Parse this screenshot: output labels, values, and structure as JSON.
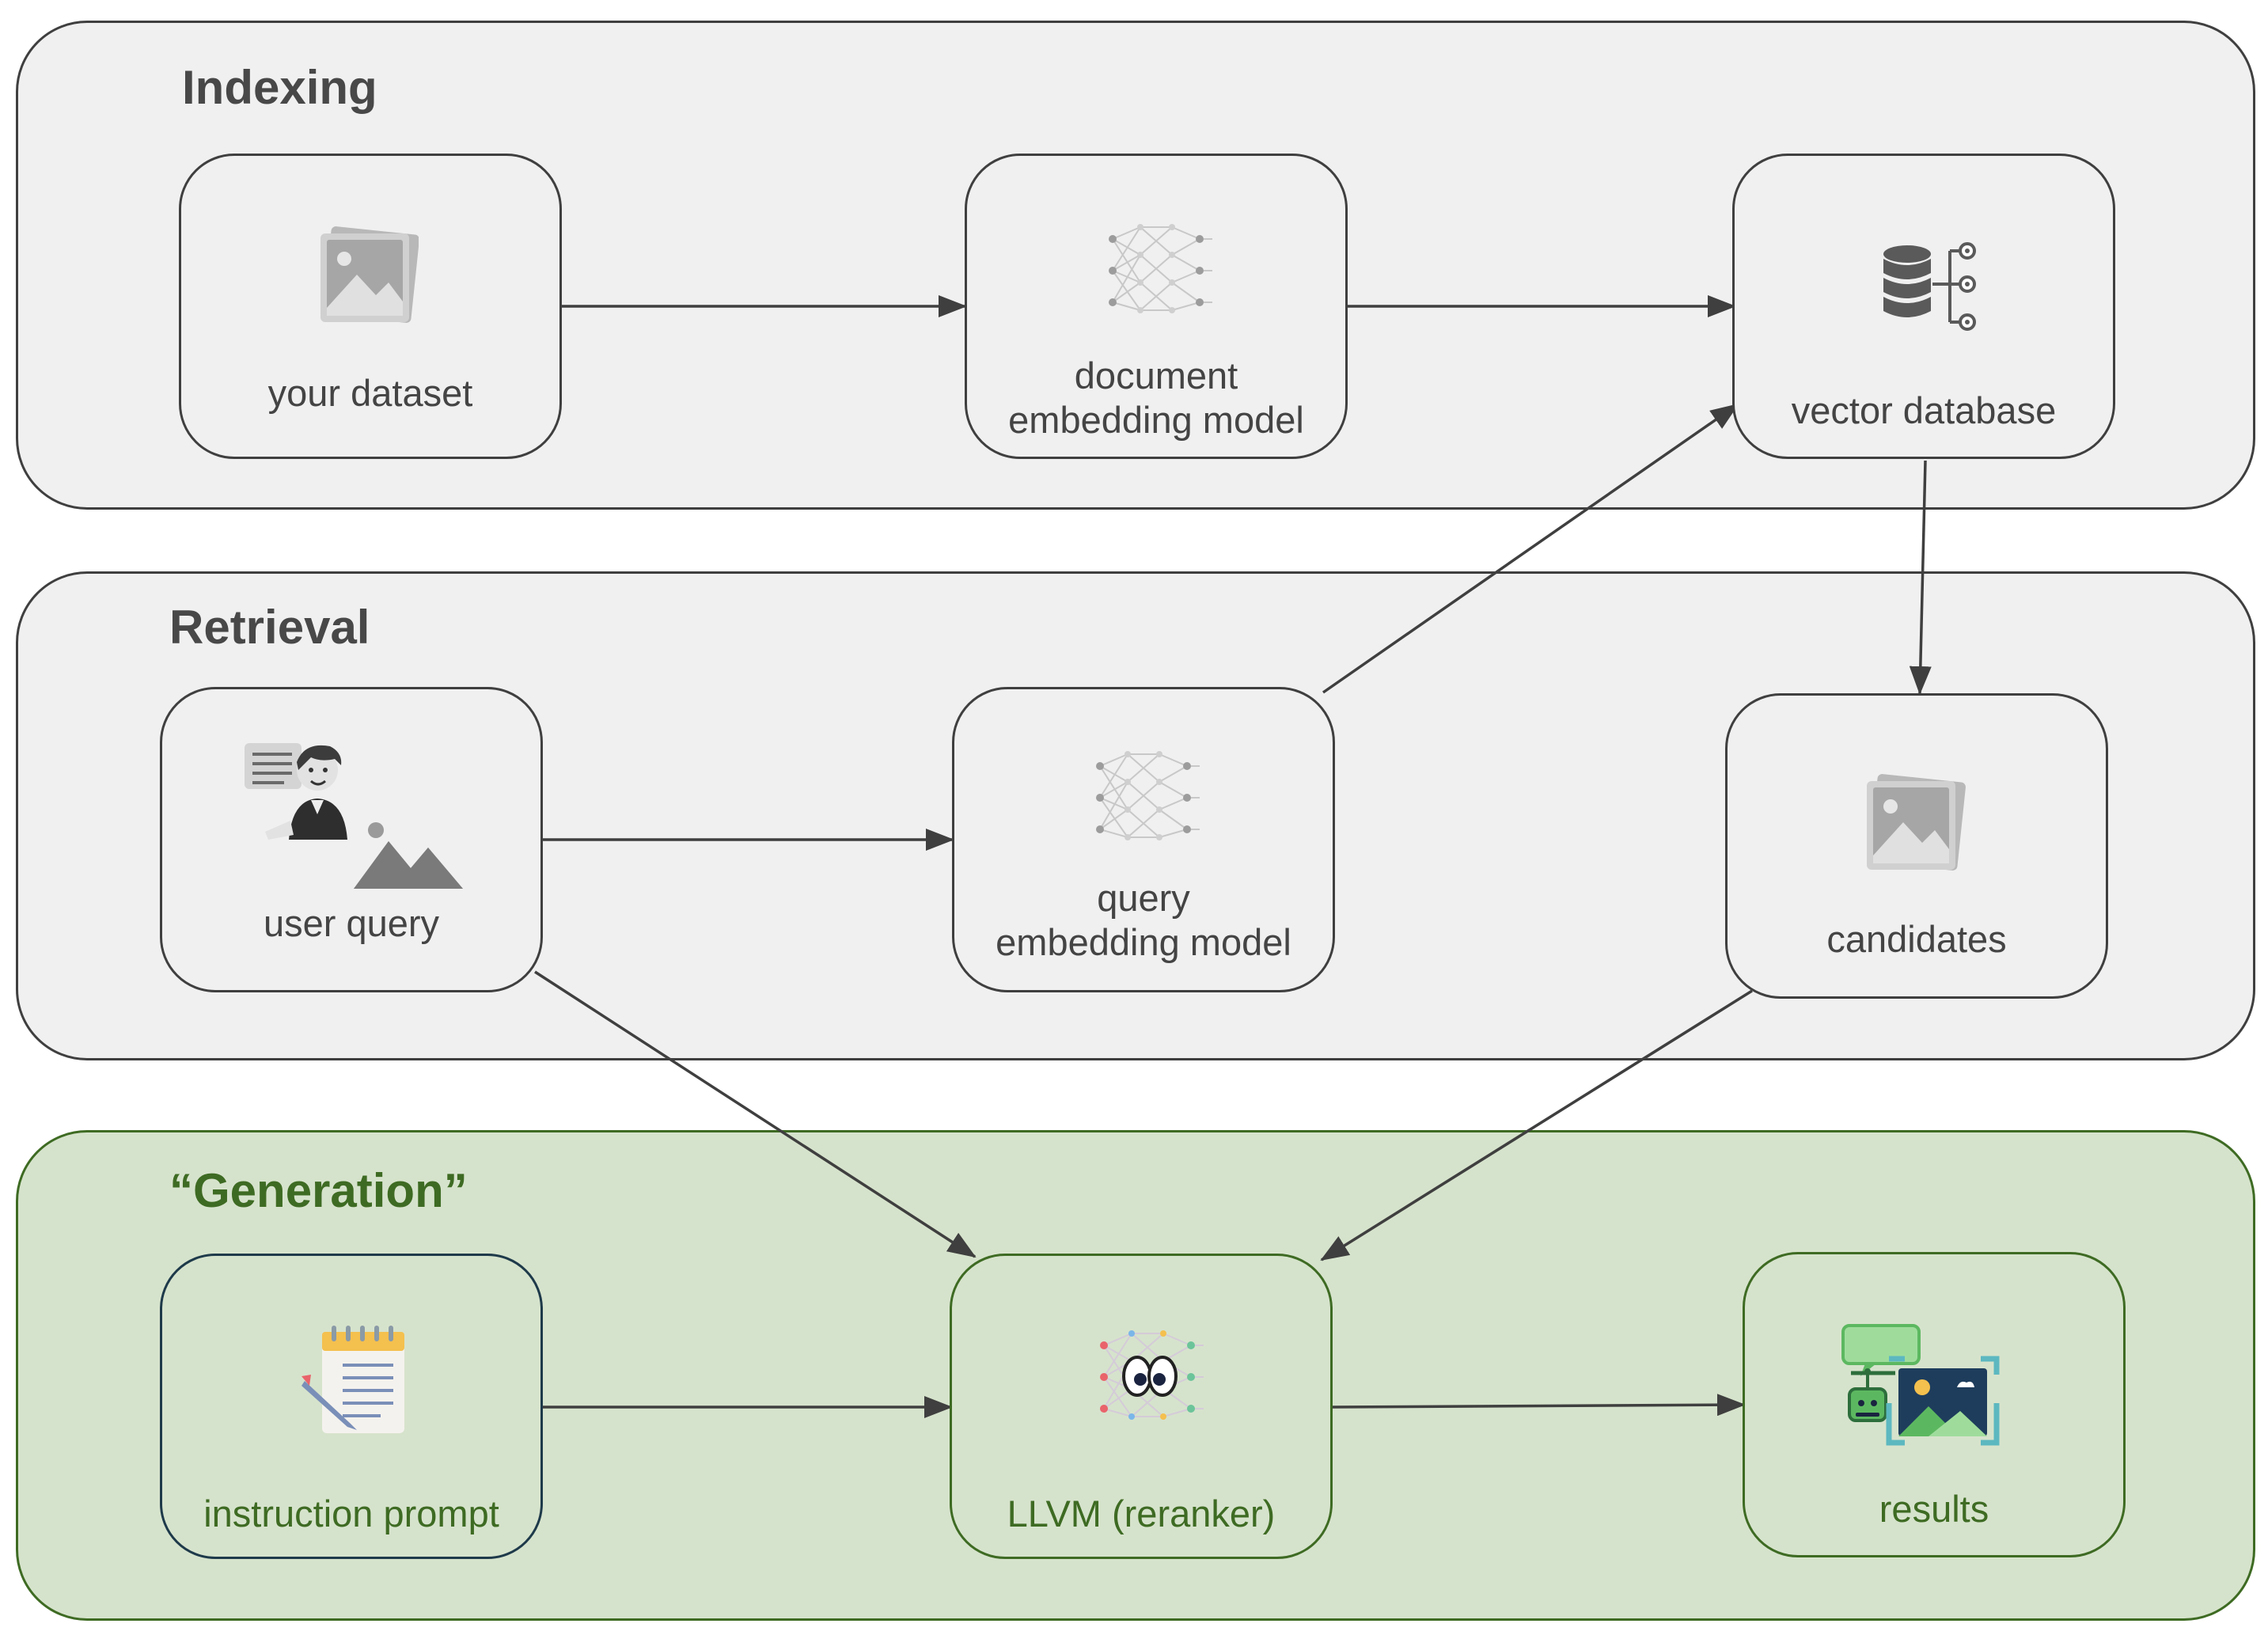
{
  "sections": {
    "indexing": {
      "title": "Indexing"
    },
    "retrieval": {
      "title": "Retrieval"
    },
    "generation": {
      "title": "“Generation”"
    }
  },
  "nodes": {
    "your_dataset": {
      "label": "your dataset",
      "icon": "image-stack-icon"
    },
    "document_embedding_model": {
      "line1": "document",
      "line2": "embedding model",
      "icon": "neural-network-icon"
    },
    "vector_database": {
      "label": "vector database",
      "icon": "database-icon"
    },
    "user_query": {
      "label": "user query",
      "icon": "user-query-icon"
    },
    "query_embedding_model": {
      "line1": "query",
      "line2": "embedding model",
      "icon": "neural-network-icon"
    },
    "candidates": {
      "label": "candidates",
      "icon": "image-stack-icon"
    },
    "instruction_prompt": {
      "label": "instruction prompt",
      "icon": "notepad-icon"
    },
    "llvm_reranker": {
      "label": "LLVM (reranker)",
      "icon": "neural-network-eyes-icon"
    },
    "results": {
      "label": "results",
      "icon": "robot-image-results-icon"
    }
  },
  "colors": {
    "section_fill": "#f0f0f0",
    "generation_fill": "#d6e3cc",
    "generation_accent": "#3e6b23",
    "stroke": "#3f3f3f"
  }
}
